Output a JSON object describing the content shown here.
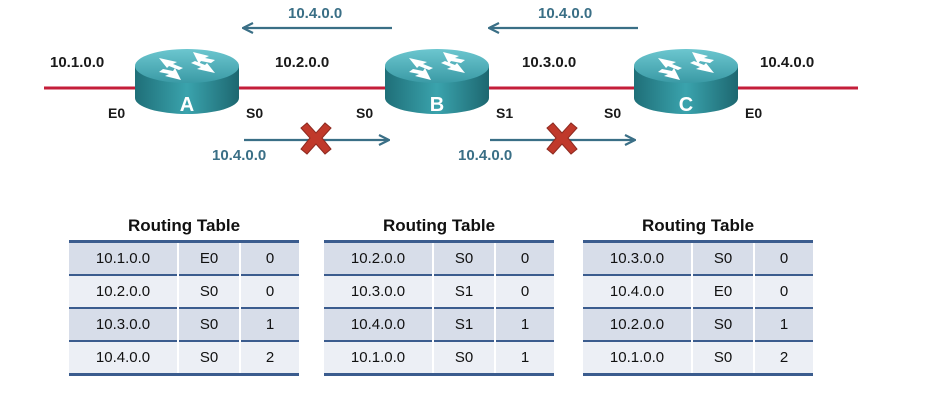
{
  "networks": {
    "left": "10.1.0.0",
    "ab": "10.2.0.0",
    "bc": "10.3.0.0",
    "right": "10.4.0.0"
  },
  "routers": [
    {
      "letter": "A",
      "left_if": "E0",
      "right_if": "S0"
    },
    {
      "letter": "B",
      "left_if": "S0",
      "right_if": "S1"
    },
    {
      "letter": "C",
      "left_if": "S0",
      "right_if": "E0"
    }
  ],
  "advertisements": {
    "top_left": "10.4.0.0",
    "top_right": "10.4.0.0",
    "bottom_left": "10.4.0.0",
    "bottom_right": "10.4.0.0"
  },
  "tables": [
    {
      "title": "Routing Table",
      "rows": [
        [
          "10.1.0.0",
          "E0",
          "0"
        ],
        [
          "10.2.0.0",
          "S0",
          "0"
        ],
        [
          "10.3.0.0",
          "S0",
          "1"
        ],
        [
          "10.4.0.0",
          "S0",
          "2"
        ]
      ]
    },
    {
      "title": "Routing Table",
      "rows": [
        [
          "10.2.0.0",
          "S0",
          "0"
        ],
        [
          "10.3.0.0",
          "S1",
          "0"
        ],
        [
          "10.4.0.0",
          "S1",
          "1"
        ],
        [
          "10.1.0.0",
          "S0",
          "1"
        ]
      ]
    },
    {
      "title": "Routing Table",
      "rows": [
        [
          "10.3.0.0",
          "S0",
          "0"
        ],
        [
          "10.4.0.0",
          "E0",
          "0"
        ],
        [
          "10.2.0.0",
          "S0",
          "1"
        ],
        [
          "10.1.0.0",
          "S0",
          "2"
        ]
      ]
    }
  ],
  "colors": {
    "link": "#c41e3a",
    "arrow": "#3a6f86",
    "blocked_x": "#c0392b",
    "router": "#2f8f9a",
    "table_border": "#3b5c8e"
  }
}
